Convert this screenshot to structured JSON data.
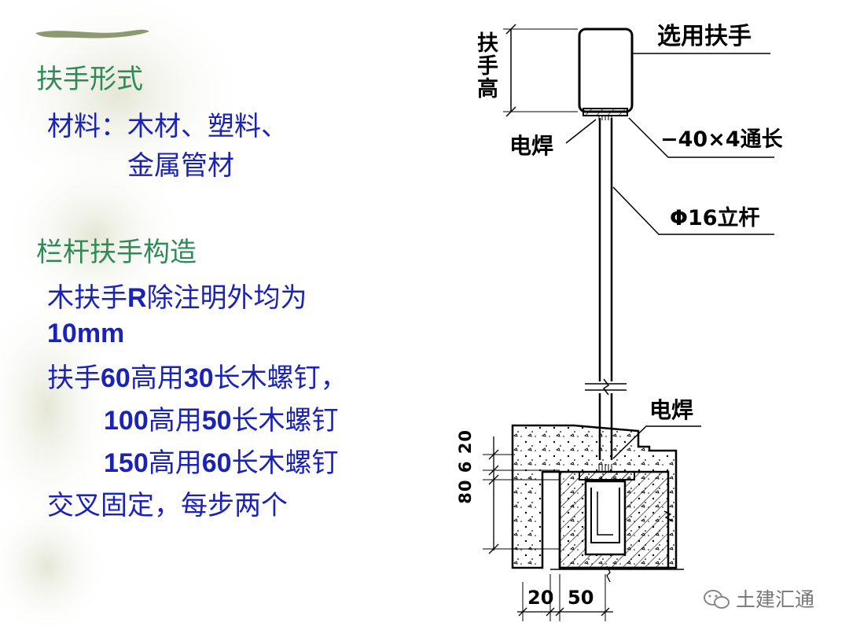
{
  "slide": {
    "heading1": "扶手形式",
    "materials_line1": "材料：木材、塑料、",
    "materials_line2": "金属管材",
    "heading2": "栏杆扶手构造",
    "radius_line_a": "木扶手",
    "radius_line_r": "R",
    "radius_line_b": "除注明外均为",
    "radius_line2": "10mm",
    "screw1_a": "扶手",
    "screw1_b": "60",
    "screw1_c": "高用",
    "screw1_d": "30",
    "screw1_e": "长木螺钉，",
    "screw2_a": "100",
    "screw2_b": "高用",
    "screw2_c": "50",
    "screw2_d": "长木螺钉",
    "screw3_a": "150",
    "screw3_b": "高用",
    "screw3_c": "60",
    "screw3_d": "长木螺钉",
    "fix_line": "交叉固定，每步两个"
  },
  "drawing": {
    "label_handrail_height": "扶手高",
    "label_select_handrail": "选用扶手",
    "label_weld_top": "电焊",
    "label_flat_bar": "−40×4通长",
    "label_post": "Φ16立杆",
    "label_weld_bottom": "电焊",
    "dim_vertical": "80 6 20",
    "dim_20": "20",
    "dim_50": "50"
  },
  "watermark": {
    "text": "土建汇通"
  },
  "colors": {
    "heading": "#2e8b57",
    "body": "#1a22b8",
    "drawing": "#000000"
  }
}
